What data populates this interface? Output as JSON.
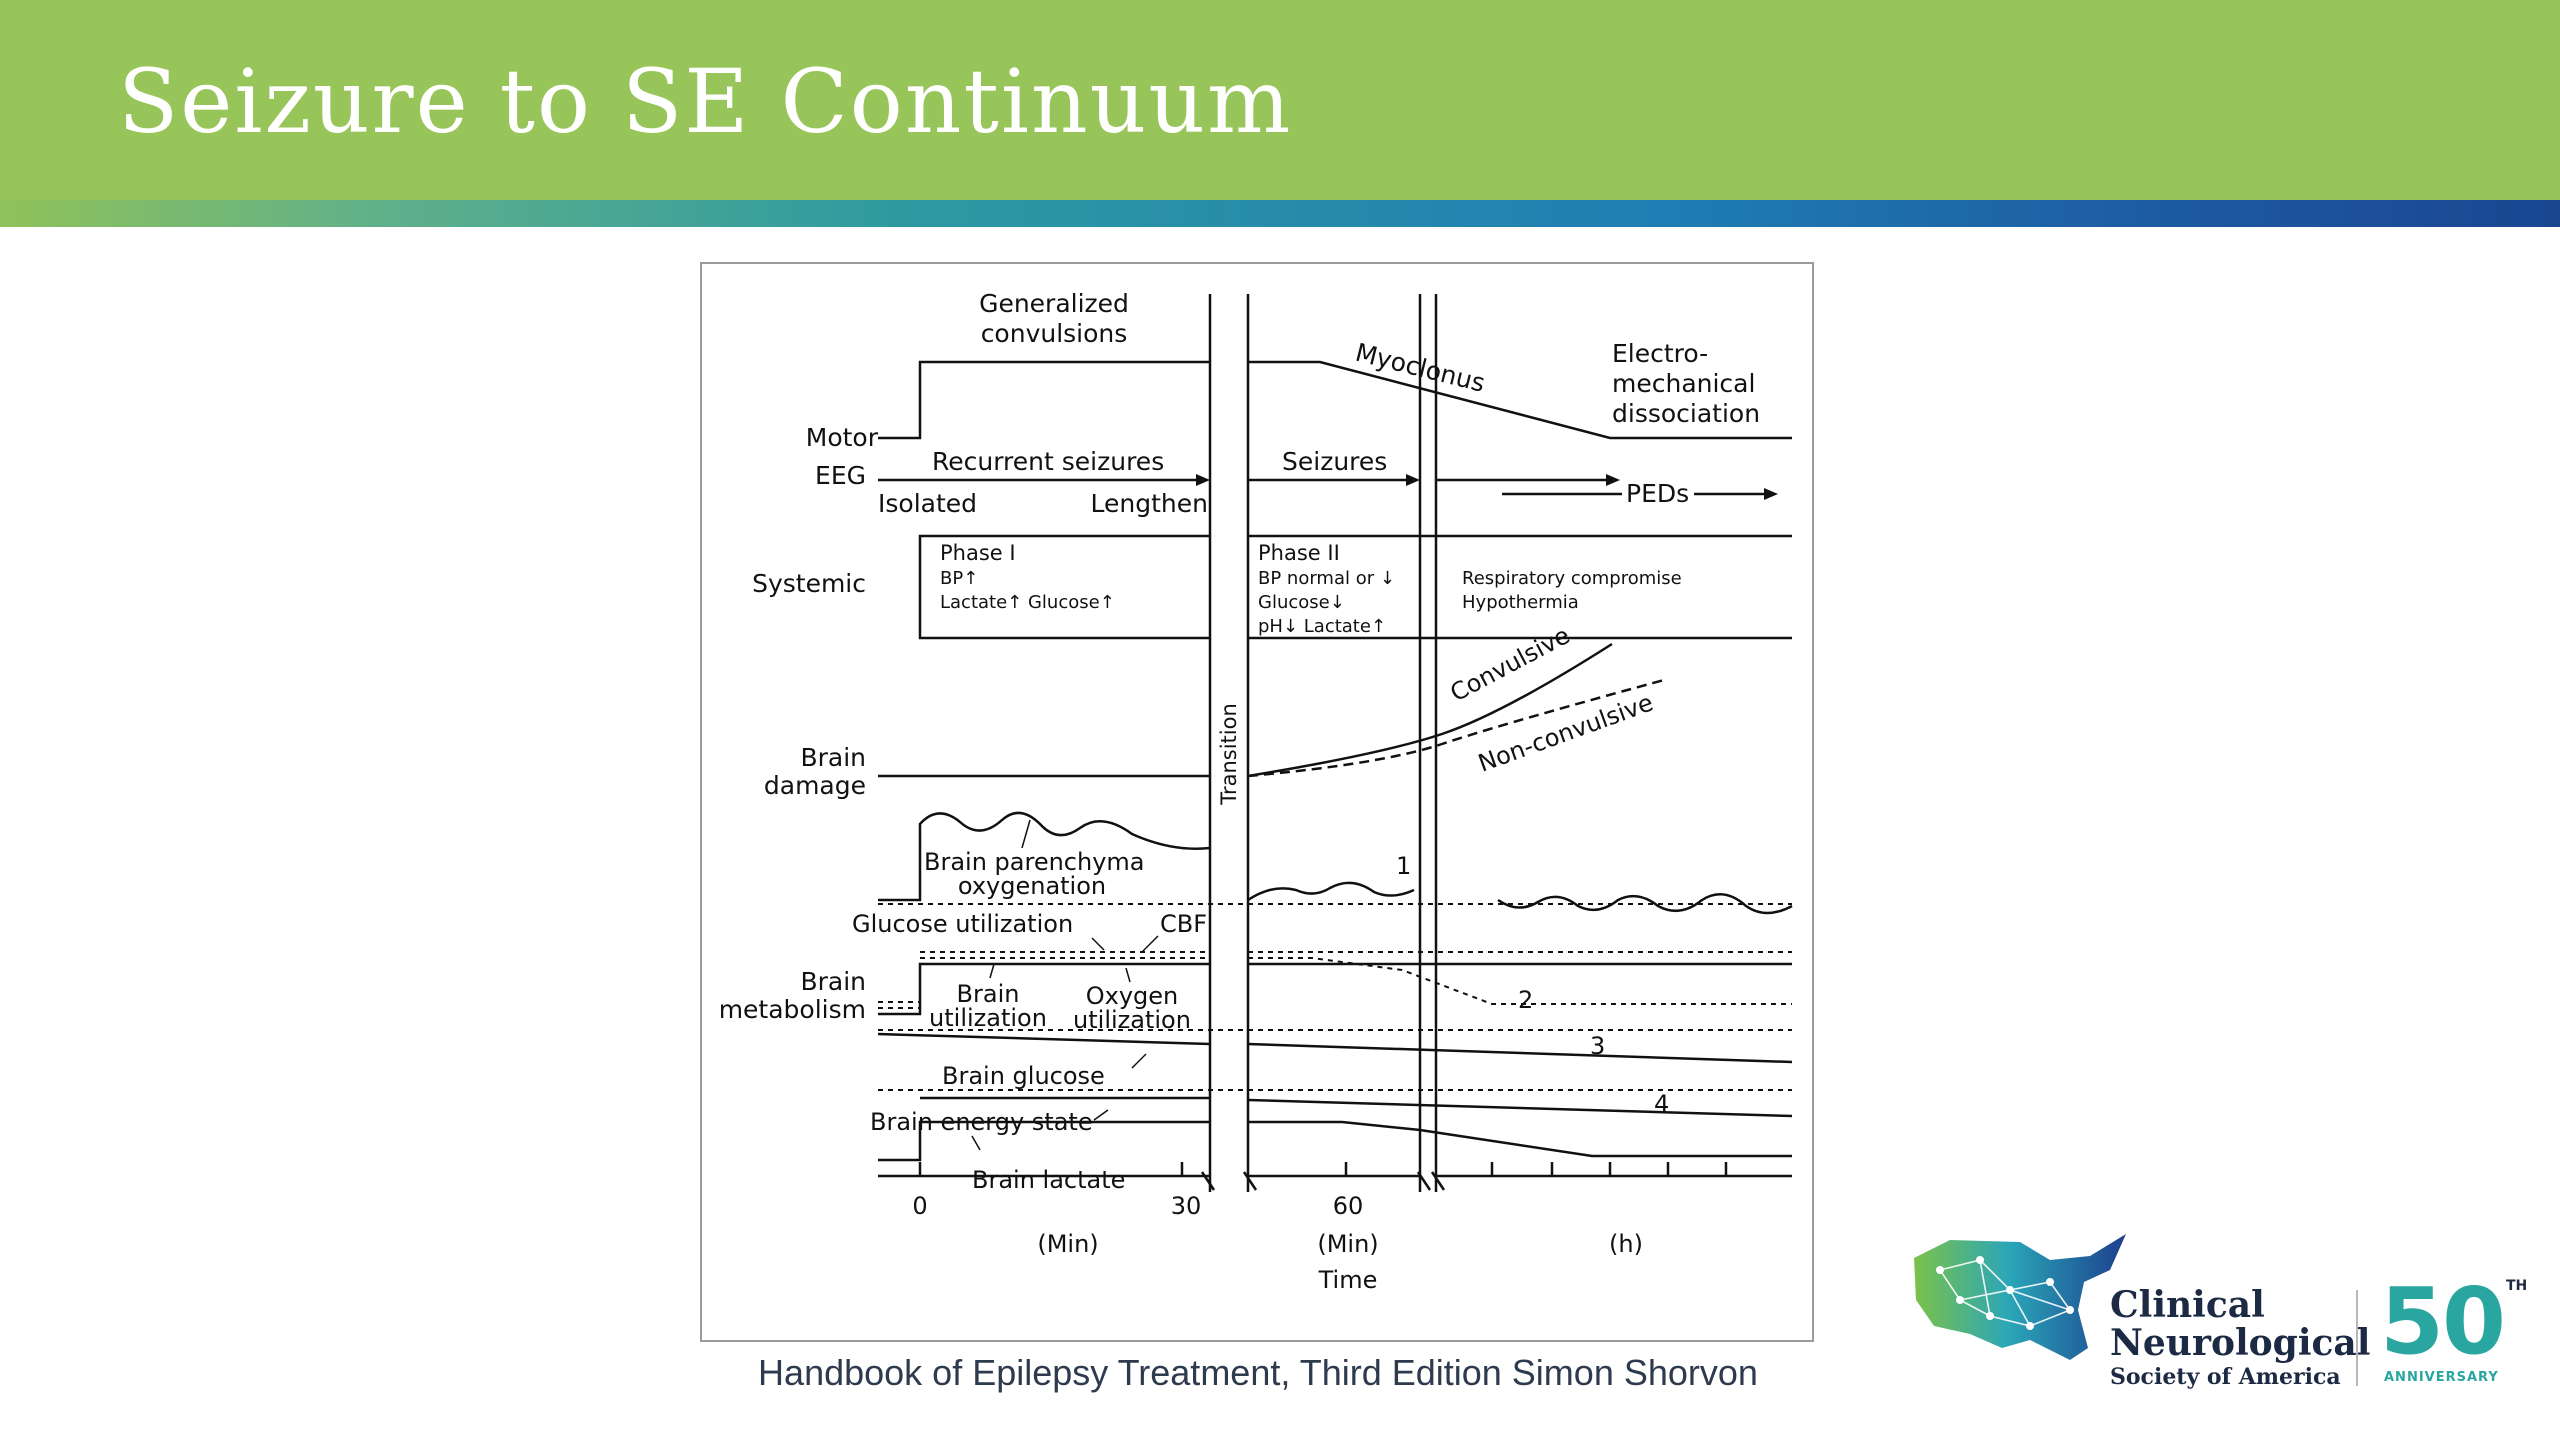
{
  "slide": {
    "title": "Seizure to SE Continuum",
    "caption": "Handbook of Epilepsy Treatment, Third Edition Simon Shorvon"
  },
  "colors": {
    "banner": "#98c55a",
    "strip_start": "#8fc25a",
    "strip_end": "#1a4690",
    "logo_text": "#1d2a44",
    "logo_accent": "#2aa6a0"
  },
  "figure": {
    "row_labels": {
      "motor": "Motor",
      "eeg": "EEG",
      "systemic": "Systemic",
      "brain_damage_1": "Brain",
      "brain_damage_2": "damage",
      "brain_metabolism_1": "Brain",
      "brain_metabolism_2": "metabolism"
    },
    "motor": {
      "generalized_1": "Generalized",
      "generalized_2": "convulsions",
      "myoclonus": "Myoclonus",
      "emd_1": "Electro-",
      "emd_2": "mechanical",
      "emd_3": "dissociation"
    },
    "eeg": {
      "recurrent": "Recurrent seizures",
      "isolated": "Isolated",
      "lengthen": "Lengthen",
      "seizures": "Seizures",
      "peds": "PEDs"
    },
    "systemic": {
      "phase1_title": "Phase I",
      "phase1_l1": "BP↑",
      "phase1_l2": "Lactate↑ Glucose↑",
      "phase2_title": "Phase II",
      "phase2_l1": "BP normal or ↓",
      "phase2_l2": "Glucose↓",
      "phase2_l3": "pH↓ Lactate↑",
      "phase2_r1": "Respiratory compromise",
      "phase2_r2": "Hypothermia"
    },
    "transition": "Transition",
    "damage": {
      "convulsive": "Convulsive",
      "nonconvulsive": "Non-convulsive"
    },
    "metabolism": {
      "oxygenation_1": "Brain parenchyma",
      "oxygenation_2": "oxygenation",
      "glucose_util": "Glucose utilization",
      "cbf": "CBF",
      "brain_util_1": "Brain",
      "brain_util_2": "utilization",
      "oxygen_util_1": "Oxygen",
      "oxygen_util_2": "utilization",
      "brain_glucose": "Brain glucose",
      "brain_energy": "Brain energy state",
      "brain_lactate": "Brain lactate",
      "n1": "1",
      "n2": "2",
      "n3": "3",
      "n4": "4"
    },
    "axis": {
      "t0": "0",
      "t30": "30",
      "t60": "60",
      "unit_min_1": "(Min)",
      "unit_min_2": "(Min)",
      "unit_h": "(h)",
      "label": "Time"
    }
  },
  "logo": {
    "line1": "Clinical",
    "line2": "Neurological",
    "line3": "Society of America",
    "fifty": "50",
    "th": "TH",
    "anniversary": "ANNIVERSARY"
  }
}
